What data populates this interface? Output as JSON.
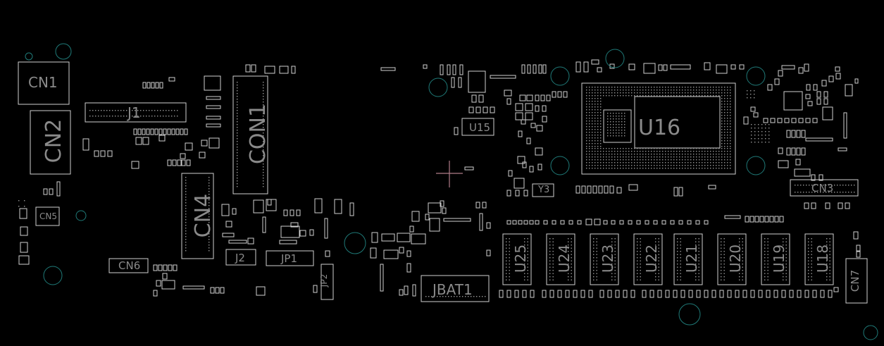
{
  "colors": {
    "background": "#000000",
    "outline": "#cfcfcf",
    "label": "#8a8a8a",
    "via_ring": "#1f7a78",
    "crosshair": "#b07d88"
  },
  "labels": {
    "cn1": "CN1",
    "cn2": "CN2",
    "cn3": "CN3",
    "cn4": "CN4",
    "cn5": "CN5",
    "cn6": "CN6",
    "cn7": "CN7",
    "con1": "CON1",
    "j1": "J1",
    "j2": "J2",
    "jp1": "JP1",
    "jp2": "JP2",
    "jbat1": "JBAT1",
    "u15": "U15",
    "u16": "U16",
    "y3": "Y3",
    "u18": "U18",
    "u19": "U19",
    "u20": "U20",
    "u21": "U21",
    "u22": "U22",
    "u23": "U23",
    "u24": "U24",
    "u25": "U25"
  }
}
